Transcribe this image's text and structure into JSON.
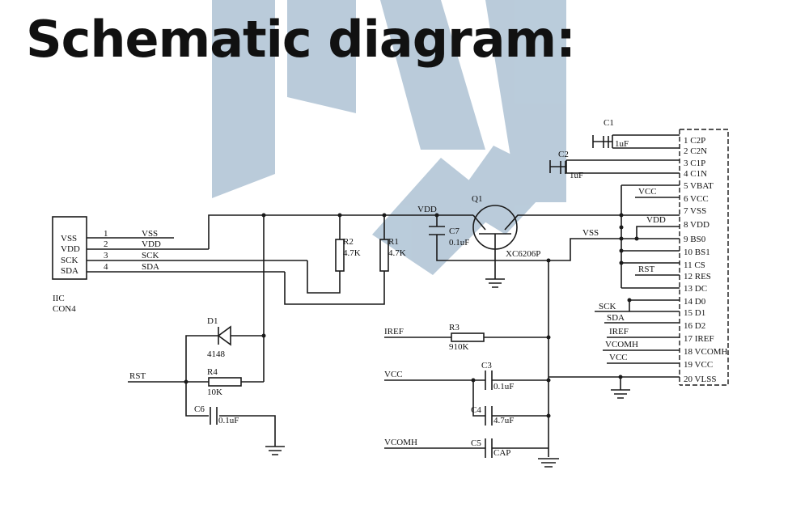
{
  "title": "Schematic diagram:",
  "colors": {
    "wire": "#1a1a1a",
    "watermark": "#a9bfd2",
    "background": "#ffffff"
  },
  "connector": {
    "pins": [
      "VSS",
      "VDD",
      "SCK",
      "SDA"
    ],
    "numbers": [
      "1",
      "2",
      "3",
      "4"
    ],
    "nets": [
      "VSS",
      "VDD",
      "SCK",
      "SDA"
    ],
    "label1": "IIC",
    "label2": "CON4"
  },
  "parts": {
    "q1": "Q1",
    "q1_part": "XC6206P",
    "c7": "C7",
    "c7_val": "0.1uF",
    "r1": "R1",
    "r1_val": "4.7K",
    "r2": "R2",
    "r2_val": "4.7K",
    "d1": "D1",
    "d1_val": "4148",
    "r4": "R4",
    "r4_val": "10K",
    "c6": "C6",
    "c6_val": "0.1uF",
    "r3": "R3",
    "r3_val": "910K",
    "c3": "C3",
    "c3_val": "0.1uF",
    "c4": "C4",
    "c4_val": "4.7uF",
    "c5": "C5",
    "c5_val": "CAP",
    "c1": "C1",
    "c1_val": "1uF",
    "c2": "C2",
    "c2_val": "1uF"
  },
  "nets": {
    "vdd": "VDD",
    "vss": "VSS",
    "rst": "RST",
    "iref": "IREF",
    "vcc": "VCC",
    "vcomh": "VCOMH",
    "vcc_r": "VCC",
    "vdd_r": "VDD",
    "rst_r": "RST",
    "sck_r": "SCK",
    "sda_r": "SDA",
    "iref_r": "IREF",
    "vcomh_r": "VCOMH",
    "vcc_r2": "VCC"
  },
  "display_pins": [
    "1 C2P",
    "2 C2N",
    "3 C1P",
    "4 C1N",
    "5 VBAT",
    "6 VCC",
    "7 VSS",
    "8 VDD",
    "9 BS0",
    "10 BS1",
    "11 CS",
    "12 RES",
    "13 DC",
    "14 D0",
    "15 D1",
    "16 D2",
    "17 IREF",
    "18 VCOMH",
    "19 VCC",
    "20 VLSS"
  ]
}
